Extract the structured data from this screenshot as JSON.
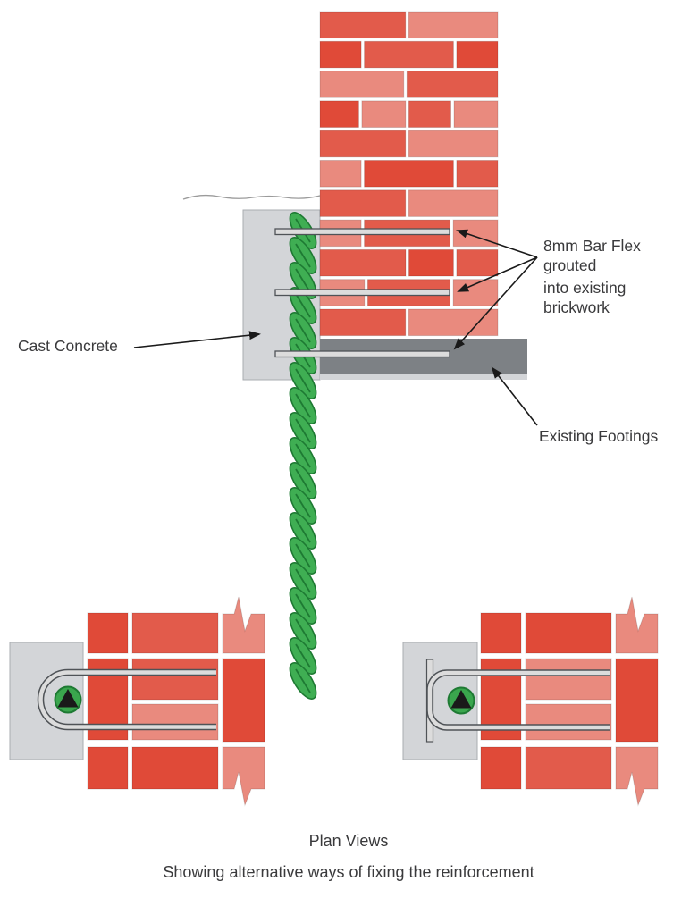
{
  "figure": {
    "type": "technical-diagram",
    "subject": "Brickwork reinforcement fixing detail",
    "views_shown": [
      "sectional elevation",
      "plan views"
    ]
  },
  "palette": {
    "background": "#ffffff",
    "brick_dark": "#e04a38",
    "brick_medium": "#e25b4b",
    "brick_light": "#e98a7e",
    "concrete": "#d3d5d8",
    "concrete_border": "#a9adb1",
    "footing": "#7d8185",
    "bar_fill": "#dcdcdc",
    "bar_stroke": "#4f5357",
    "rope_fill": "#3fae53",
    "rope_stroke": "#1e7a33",
    "anchor_green": "#3aa64d",
    "anchor_dark": "#1a1a1a",
    "text": "#3a3a3c",
    "arrow": "#1a1a1a",
    "ground_line": "#9b9b9b"
  },
  "elevation": {
    "labels": {
      "cast_concrete": "Cast Concrete",
      "bar_flex_lines": [
        "8mm Bar Flex",
        "grouted",
        "into existing",
        "brickwork"
      ],
      "existing_footings": "Existing Footings"
    },
    "bar_count": 3,
    "wall_rows": [
      [
        [
          0.49,
          "m"
        ],
        [
          0.51,
          "l"
        ]
      ],
      [
        [
          0.24,
          "d"
        ],
        [
          0.52,
          "m"
        ],
        [
          0.24,
          "d"
        ]
      ],
      [
        [
          0.48,
          "l"
        ],
        [
          0.52,
          "m"
        ]
      ],
      [
        [
          0.23,
          "d"
        ],
        [
          0.26,
          "l"
        ],
        [
          0.25,
          "m"
        ],
        [
          0.26,
          "l"
        ]
      ],
      [
        [
          0.49,
          "m"
        ],
        [
          0.51,
          "l"
        ]
      ],
      [
        [
          0.24,
          "l"
        ],
        [
          0.52,
          "d"
        ],
        [
          0.24,
          "m"
        ]
      ],
      [
        [
          0.49,
          "m"
        ],
        [
          0.51,
          "l"
        ]
      ],
      [
        [
          0.24,
          "l"
        ],
        [
          0.5,
          "m"
        ],
        [
          0.26,
          "l"
        ]
      ],
      [
        [
          0.5,
          "m"
        ],
        [
          0.26,
          "d"
        ],
        [
          0.24,
          "m"
        ]
      ],
      [
        [
          0.26,
          "l"
        ],
        [
          0.48,
          "m"
        ],
        [
          0.26,
          "l"
        ]
      ],
      [
        [
          0.49,
          "m"
        ],
        [
          0.51,
          "l"
        ]
      ]
    ]
  },
  "plan": {
    "title": "Plan Views",
    "subtitle": "Showing alternative ways of fixing the reinforcement",
    "views": [
      {
        "name": "hairpin-loop-fixing",
        "col1": [
          "d",
          "d",
          "d"
        ],
        "col2": [
          "m",
          "m",
          "l",
          "d"
        ],
        "col3": [
          "l",
          "d",
          "l"
        ]
      },
      {
        "name": "bar-and-plate-fixing",
        "col1": [
          "d",
          "d",
          "d"
        ],
        "col2": [
          "d",
          "l",
          "l",
          "m"
        ],
        "col3": [
          "l",
          "d",
          "l"
        ]
      }
    ]
  }
}
